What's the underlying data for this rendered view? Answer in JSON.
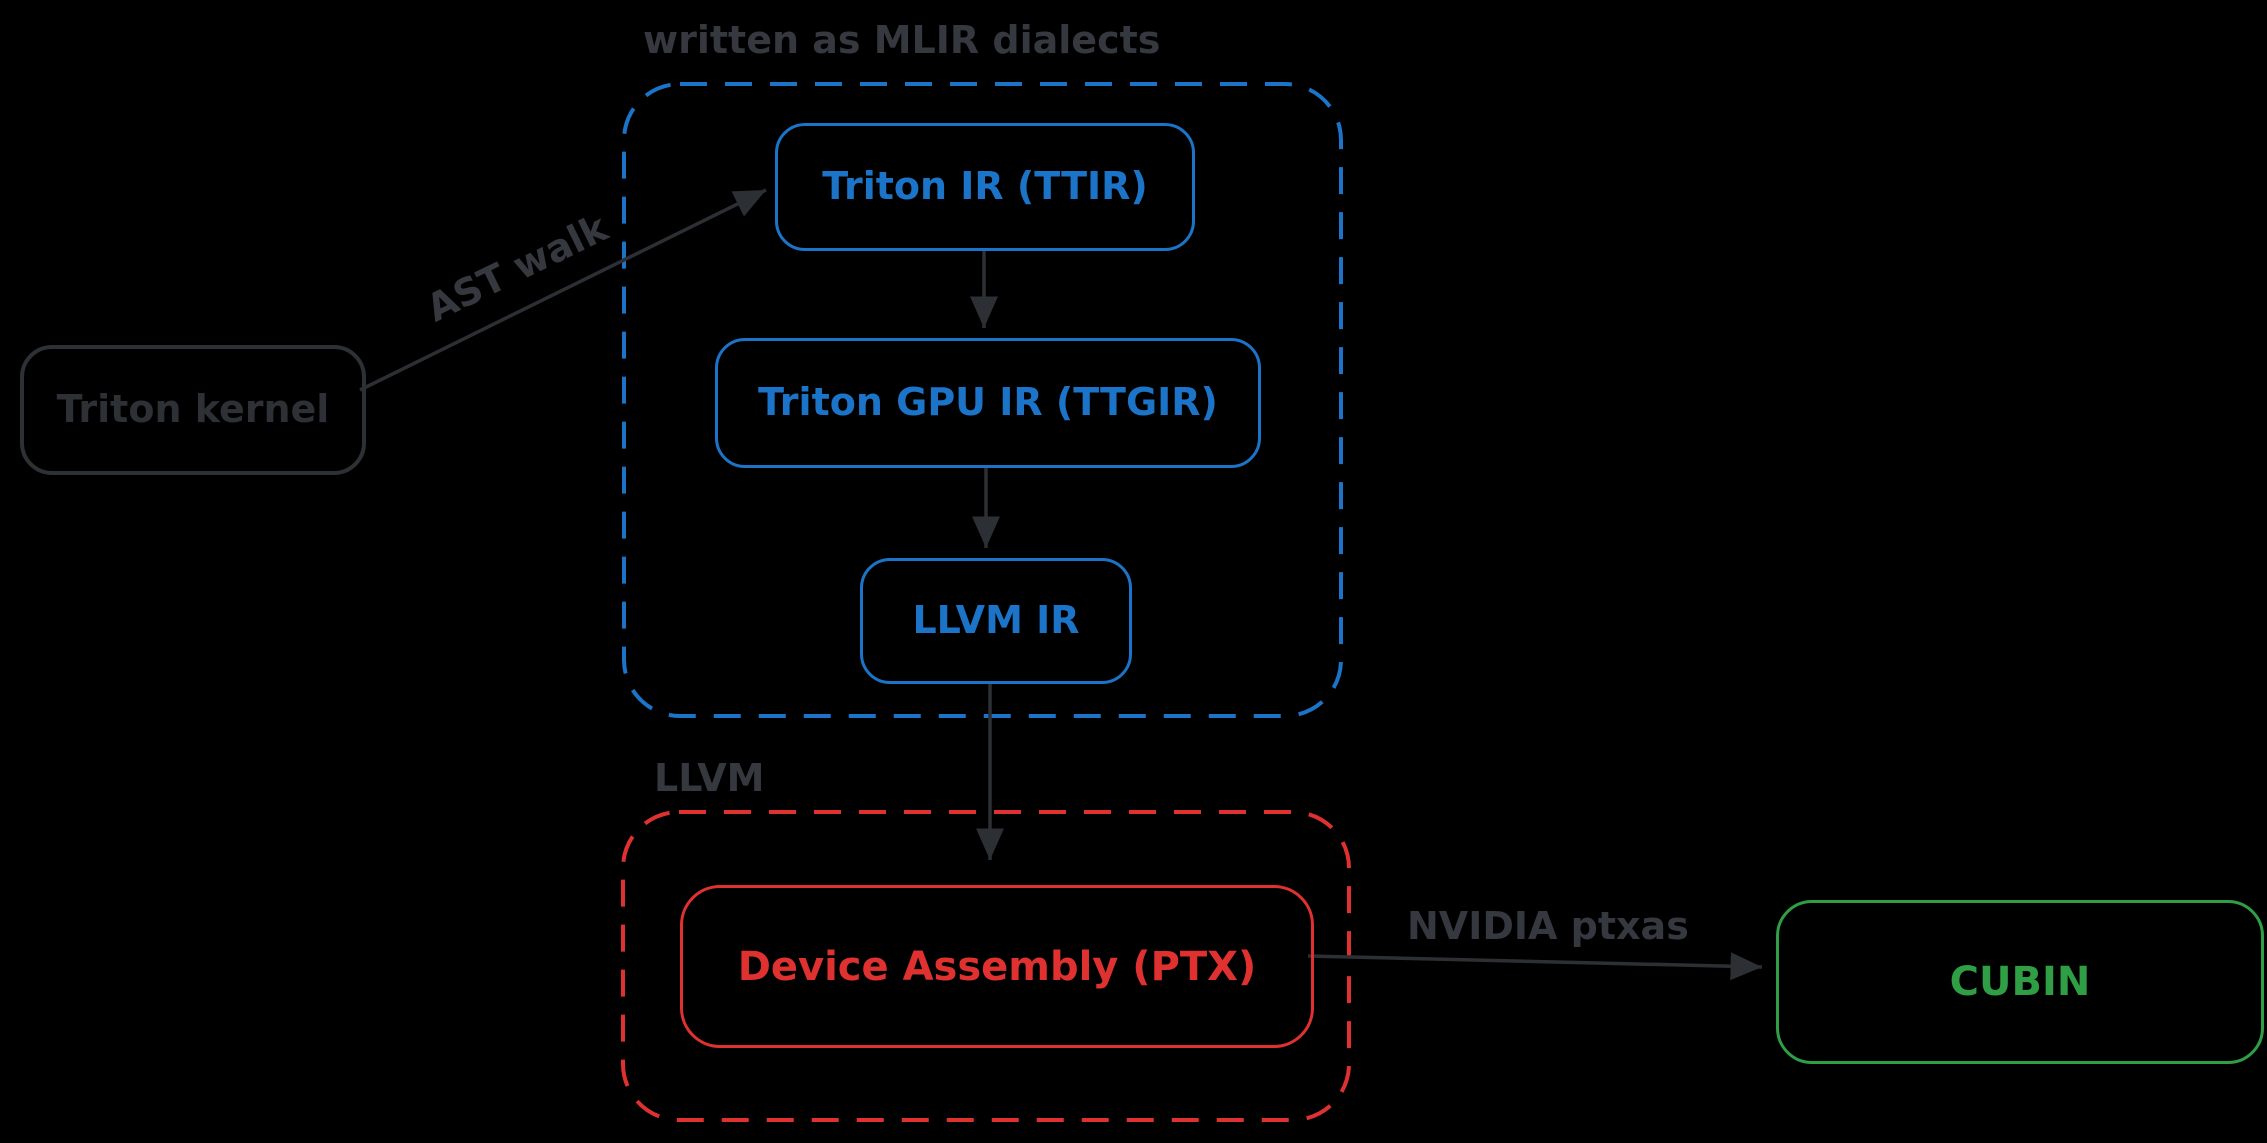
{
  "colors": {
    "background": "#000000",
    "blue": "#1b74c7",
    "red": "#e03131",
    "green": "#2f9e44",
    "gray": "#35393f",
    "graydark": "#2d3035",
    "arrow": "#2c2f34"
  },
  "groups": {
    "mlir": {
      "label": "written as MLIR dialects"
    },
    "llvm": {
      "label": "LLVM"
    }
  },
  "nodes": {
    "triton_kernel": {
      "label": "Triton kernel"
    },
    "ttir": {
      "label": "Triton IR (TTIR)"
    },
    "ttgir": {
      "label": "Triton GPU IR (TTGIR)"
    },
    "llvm_ir": {
      "label": "LLVM IR"
    },
    "ptx": {
      "label": "Device Assembly (PTX)"
    },
    "cubin": {
      "label": "CUBIN"
    }
  },
  "edges": {
    "ast_walk": {
      "label": "AST walk"
    },
    "ptxas": {
      "label": "NVIDIA ptxas"
    }
  }
}
